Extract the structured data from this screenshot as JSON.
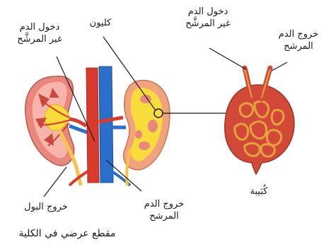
{
  "labels": {
    "blood_in_left": [
      "دخول الدم",
      "غير المرشَّح"
    ],
    "nephron": "كليون",
    "blood_in_right": [
      "دخول الدم",
      "غير المرشَّح"
    ],
    "blood_out_right": [
      "خروج الدم",
      "المرشح"
    ],
    "urine_out": "خروج البول",
    "blood_out_bottom": [
      "خروج الدم",
      "المرشح"
    ],
    "glomerulus": "كُبَيبة",
    "caption": "مقطع عرضي في الكلية"
  },
  "colors": {
    "artery": "#d83a2c",
    "vein": "#2a6fc9",
    "kidney_tissue": "#e9877c",
    "kidney_pink": "#f6b4ab",
    "fat_yellow": "#f7dc3c",
    "ureter": "#f3c34a",
    "glomerulus_bg": "#d24a37",
    "capillary": "#e5a340",
    "leader_line": "#1a1a1a"
  }
}
